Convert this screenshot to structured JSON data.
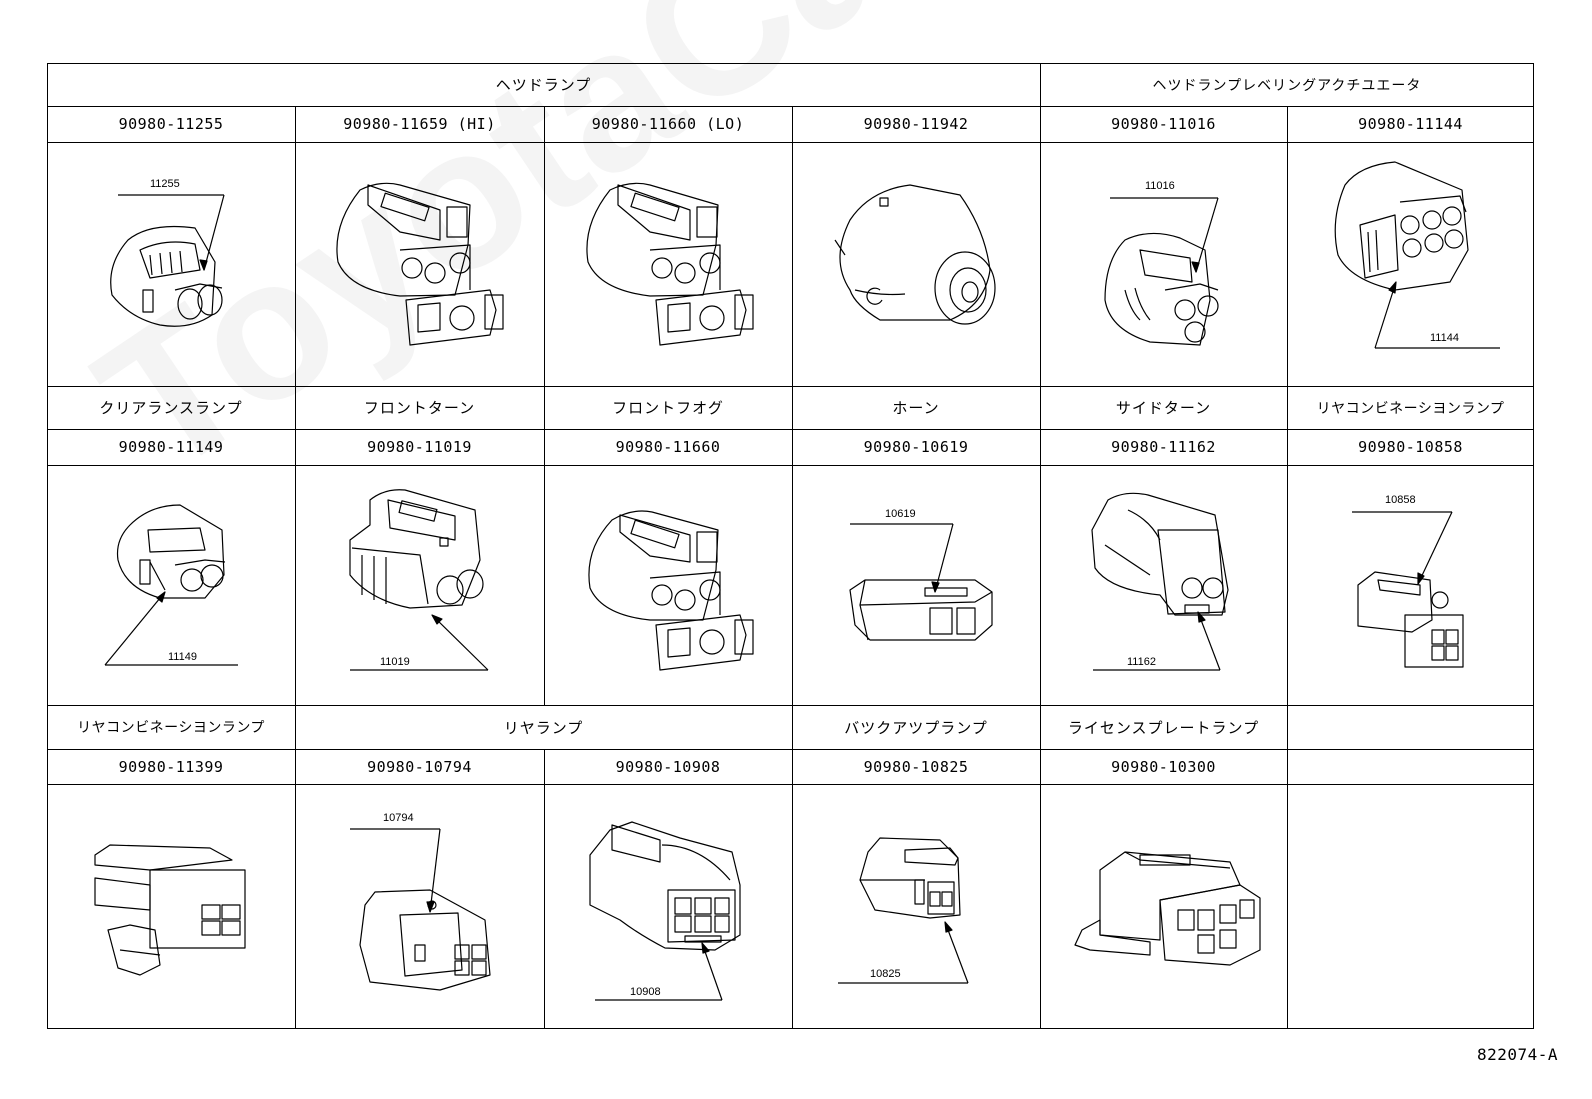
{
  "watermark": "ToyotaCarNine.ru",
  "doc_number": "822074-A",
  "headers": {
    "headlamp": "ヘツドランプ",
    "leveling": "ヘツドランプレベリングアクチユエータ"
  },
  "row1": [
    {
      "part": "90980-11255",
      "callout": "11255"
    },
    {
      "part": "90980-11659 (HI)",
      "callout": ""
    },
    {
      "part": "90980-11660 (LO)",
      "callout": ""
    },
    {
      "part": "90980-11942",
      "callout": ""
    },
    {
      "part": "90980-11016",
      "callout": "11016"
    },
    {
      "part": "90980-11144",
      "callout": "11144"
    }
  ],
  "row2": [
    {
      "name": "クリアランスランプ",
      "part": "90980-11149",
      "callout": "11149"
    },
    {
      "name": "フロントターン",
      "part": "90980-11019",
      "callout": "11019"
    },
    {
      "name": "フロントフオグ",
      "part": "90980-11660",
      "callout": ""
    },
    {
      "name": "ホーン",
      "part": "90980-10619",
      "callout": "10619"
    },
    {
      "name": "サイドターン",
      "part": "90980-11162",
      "callout": "11162"
    },
    {
      "name": "リヤコンビネーシヨンランプ",
      "part": "90980-10858",
      "callout": "10858"
    }
  ],
  "row3": [
    {
      "name": "リヤコンビネーシヨンランプ",
      "part": "90980-11399",
      "callout": ""
    },
    {
      "name": "リヤランプ",
      "part": "90980-10794",
      "callout": "10794"
    },
    {
      "name": "",
      "part": "90980-10908",
      "callout": "10908"
    },
    {
      "name": "バツクアツプランプ",
      "part": "90980-10825",
      "callout": "10825"
    },
    {
      "name": "ライセンスプレートランプ",
      "part": "90980-10300",
      "callout": ""
    },
    {
      "name": "",
      "part": "",
      "callout": ""
    }
  ]
}
